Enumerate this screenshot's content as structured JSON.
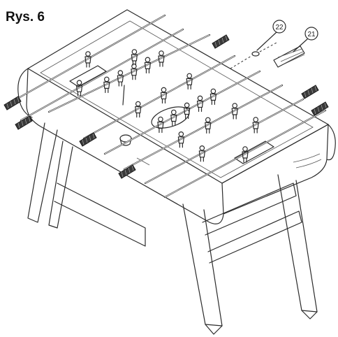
{
  "figure": {
    "title": "Rys. 6",
    "callouts": [
      {
        "label": "22"
      },
      {
        "label": "21"
      }
    ]
  }
}
